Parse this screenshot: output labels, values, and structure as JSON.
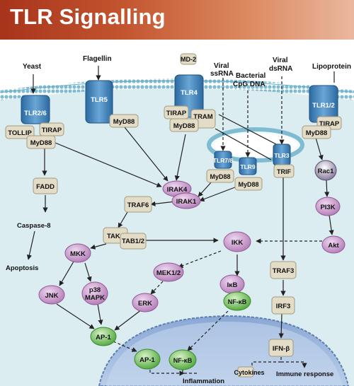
{
  "header": {
    "title": "TLR Signalling"
  },
  "colors": {
    "banner_start": "#a8331b",
    "banner_end": "#eab79e",
    "cytoplasm": "#dcedf2",
    "membrane": "#7fbcd2",
    "nucleus": "#9db8dc",
    "receptor": "#3f7fb4",
    "adaptor": "#e3dcc7",
    "kinase": "#c78fca",
    "transcription_factor": "#6dbe54"
  },
  "ligands": {
    "yeast": "Yeast",
    "flagellin": "Flagellin",
    "md2": "MD-2",
    "viral_ssrna": [
      "Viral",
      "ssRNA"
    ],
    "bacterial_cpg": [
      "Bacterial",
      "CpG DNA"
    ],
    "viral_dsrna": [
      "Viral",
      "dsRNA"
    ],
    "lipoprotein": "Lipoprotein"
  },
  "receptors": {
    "tlr26": "TLR2/6",
    "tlr5": "TLR5",
    "tlr4": "TLR4",
    "tlr78": "TLR7/8",
    "tlr9": "TLR9",
    "tlr3": "TLR3",
    "tlr12": "TLR1/2"
  },
  "adaptors": {
    "tollip": "TOLLIP",
    "tirap_a": "TIRAP",
    "myd88_a": "MyD88",
    "myd88_b": "MyD88",
    "tirap_b": "TIRAP",
    "tram": "TRAM",
    "myd88_c": "MyD88",
    "myd88_d": "MyD88",
    "myd88_e": "MyD88",
    "trif": "TRIF",
    "tirap_c": "TIRAP",
    "myd88_f": "MyD88",
    "fadd": "FADD",
    "traf6": "TRAF6",
    "tak1": "TAK1",
    "tab12": "TAB1/2",
    "traf3": "TRAF3",
    "irf3": "IRF3",
    "ifnb": "IFN-β",
    "cytokines": "Cytokines"
  },
  "kinases": {
    "irak4": "IRAK4",
    "irak1": "IRAK1",
    "rac1": "Rac1",
    "pi3k": "PI3K",
    "akt": "Akt",
    "ikk": "IKK",
    "mkk": "MKK",
    "jnk": "JNK",
    "p38": [
      "p38",
      "MAPK"
    ],
    "mek12": "MEK1/2",
    "erk": "ERK",
    "ikb": "IκB"
  },
  "factors": {
    "nfkb_cyto": "NF-κB",
    "ap1_cyto": "AP-1",
    "ap1_nuc": "AP-1",
    "nfkb_nuc": "NF-κB"
  },
  "labels": {
    "caspase8": "Caspase-8",
    "apoptosis": "Apoptosis",
    "inflammation": "Inflammation",
    "immune_response": "Immune response"
  }
}
